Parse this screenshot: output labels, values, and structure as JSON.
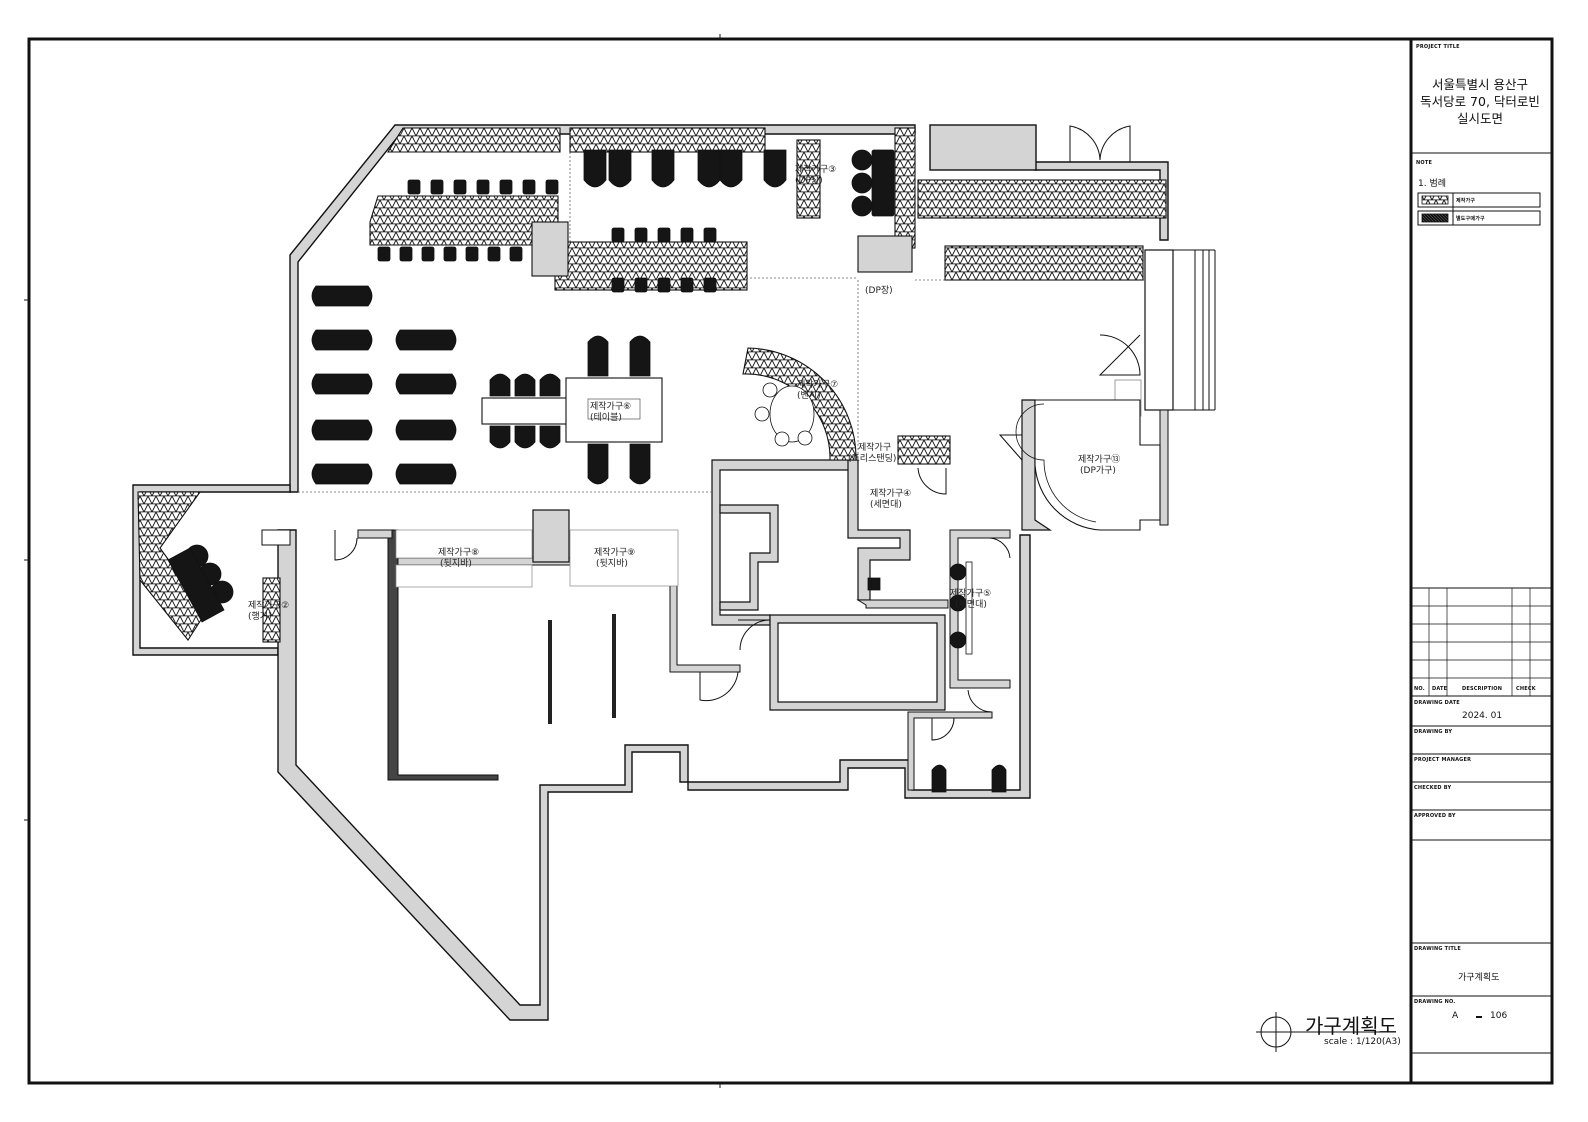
{
  "title_block": {
    "project_title_head": "PROJECT TITLE",
    "project_title_lines": [
      "서울특별시 용산구",
      "독서당로 70, 닥터로빈",
      "실시도면"
    ],
    "notes_head": "NOTE",
    "legend_title": "1. 범례",
    "legend": [
      {
        "label": "제작가구",
        "pattern": "hatch"
      },
      {
        "label": "별도구매가구",
        "pattern": "solid"
      }
    ],
    "revision_headers": [
      "NO.",
      "DATE",
      "DESCRIPTION",
      "CHECK"
    ],
    "drawing_date_head": "DRAWING DATE",
    "drawing_date": "2024. 01",
    "drawn_by_head": "DRAWING BY",
    "project_manager_head": "PROJECT MANAGER",
    "checked_by_head": "CHECKED BY",
    "approved_by_head": "APPROVED BY",
    "drawing_title_head": "DRAWING TITLE",
    "drawing_title": "가구계획도",
    "drawing_no_head": "DRAWING NO.",
    "drawing_no_prefix": "A",
    "drawing_no": "106"
  },
  "drawing": {
    "title": "가구계획도",
    "scale": "scale : 1/120(A3)"
  },
  "plan_labels": {
    "l1": "제작가구",
    "l1b": "(행거)",
    "t_table_a": "제작가구⑥",
    "t_table_b": "(테이블)",
    "t_dp_a": "제작가구③",
    "t_dp_b": "(DP장)",
    "t_dpjang": "(DP장)",
    "t_counter_a": "제작가구⑦",
    "t_counter_b": "(벤치)",
    "t_pos_a": "제작가구",
    "t_pos_b": "(프리스탠딩)",
    "t_dpf_a": "제작가구⑬",
    "t_dpf_b": "(DP가구)",
    "t_sink_a": "제작가구④",
    "t_sink_b": "(세면대)",
    "t_washer_a": "제작가구⑤",
    "t_washer_b": "(세면대)",
    "t_bar1_a": "제작가구⑧",
    "t_bar1_b": "(뒷지바)",
    "t_bar2_a": "제작가구⑨",
    "t_bar2_b": "(뒷지바)",
    "t_hang_a": "제작가구②",
    "t_hang_b": "(행거)"
  },
  "colors": {
    "wall_fill": "#d4d4d4",
    "line": "#111111",
    "furniture_solid": "#151515"
  }
}
